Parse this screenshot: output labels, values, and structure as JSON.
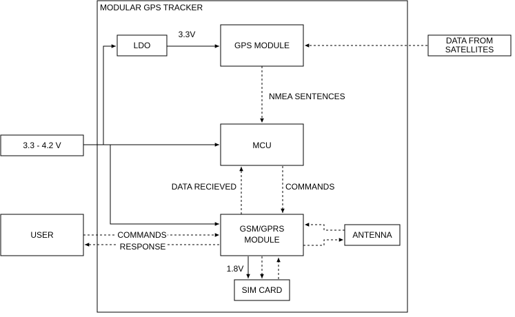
{
  "diagram": {
    "container_title": "MODULAR GPS TRACKER",
    "blocks": {
      "ldo": "LDO",
      "gps_module": "GPS MODULE",
      "data_from_satellites": [
        "DATA FROM",
        "SATELLITES"
      ],
      "power_input": "3.3 - 4.2 V",
      "mcu": "MCU",
      "user": "USER",
      "gsm_module": [
        "GSM/GPRS",
        "MODULE"
      ],
      "antenna": "ANTENNA",
      "sim_card": "SIM CARD"
    },
    "labels": {
      "v33": "3.3V",
      "nmea": "NMEA SENTENCES",
      "data_received": "DATA RECIEVED",
      "commands_mcu": "COMMANDS",
      "commands_user": "COMMANDS",
      "response": "RESPONSE",
      "v18": "1.8V"
    }
  }
}
